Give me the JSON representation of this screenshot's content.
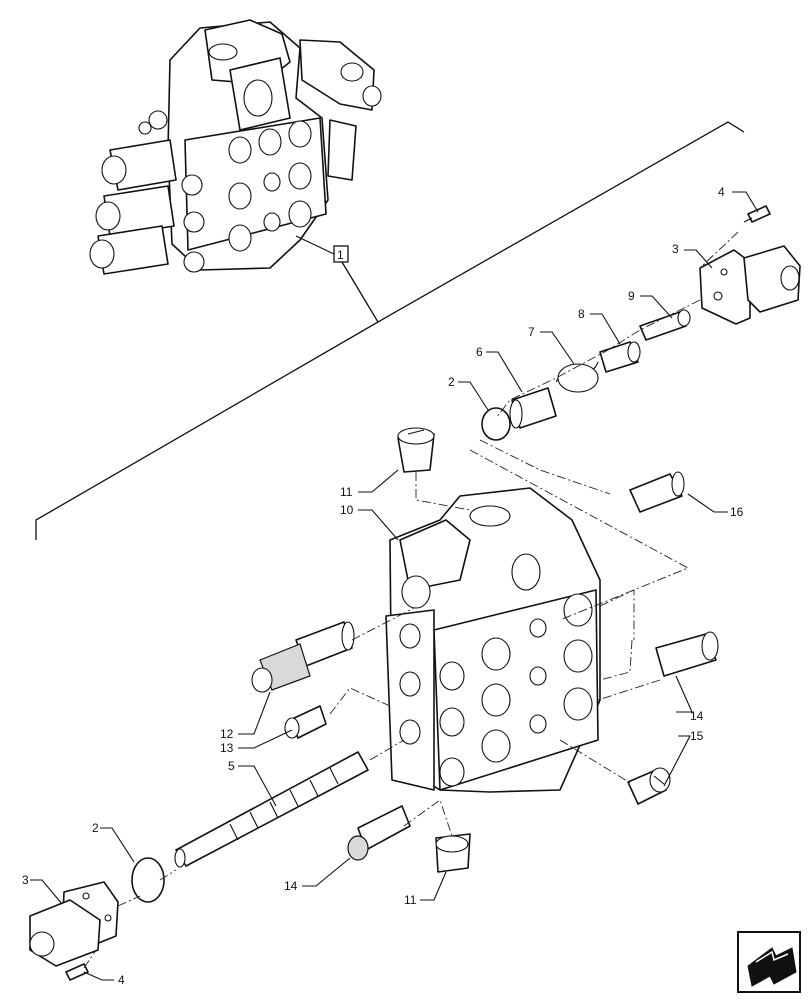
{
  "assembly_label": "1",
  "callouts": [
    {
      "id": "c4a",
      "text": "4"
    },
    {
      "id": "c3a",
      "text": "3"
    },
    {
      "id": "c9",
      "text": "9"
    },
    {
      "id": "c8",
      "text": "8"
    },
    {
      "id": "c7",
      "text": "7"
    },
    {
      "id": "c6",
      "text": "6"
    },
    {
      "id": "c2a",
      "text": "2"
    },
    {
      "id": "c11a",
      "text": "11"
    },
    {
      "id": "c10",
      "text": "10"
    },
    {
      "id": "c16",
      "text": "16"
    },
    {
      "id": "c12",
      "text": "12"
    },
    {
      "id": "c13",
      "text": "13"
    },
    {
      "id": "c5",
      "text": "5"
    },
    {
      "id": "c14a",
      "text": "14"
    },
    {
      "id": "c15",
      "text": "15"
    },
    {
      "id": "c2b",
      "text": "2"
    },
    {
      "id": "c3b",
      "text": "3"
    },
    {
      "id": "c14b",
      "text": "14"
    },
    {
      "id": "c11b",
      "text": "11"
    },
    {
      "id": "c4b",
      "text": "4"
    }
  ],
  "nav_icon": "previous-page-arrow-icon"
}
